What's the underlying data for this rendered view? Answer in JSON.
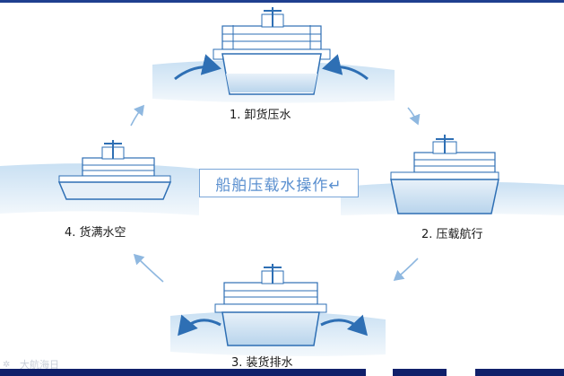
{
  "title": "船舶压载水操作↵",
  "steps": [
    {
      "label": "1. 卸货压水"
    },
    {
      "label": "2. 压载航行"
    },
    {
      "label": "3. 装货排水"
    },
    {
      "label": "4. 货满水空"
    }
  ],
  "watermark": "大航海日",
  "colors": {
    "water": "#d9eaf6",
    "hull_outline": "#2e6fb4",
    "ballast": "#d6e7f5",
    "arrow": "#8fb8e0",
    "title_text": "#5a8fcf",
    "frame": "#10206a"
  }
}
